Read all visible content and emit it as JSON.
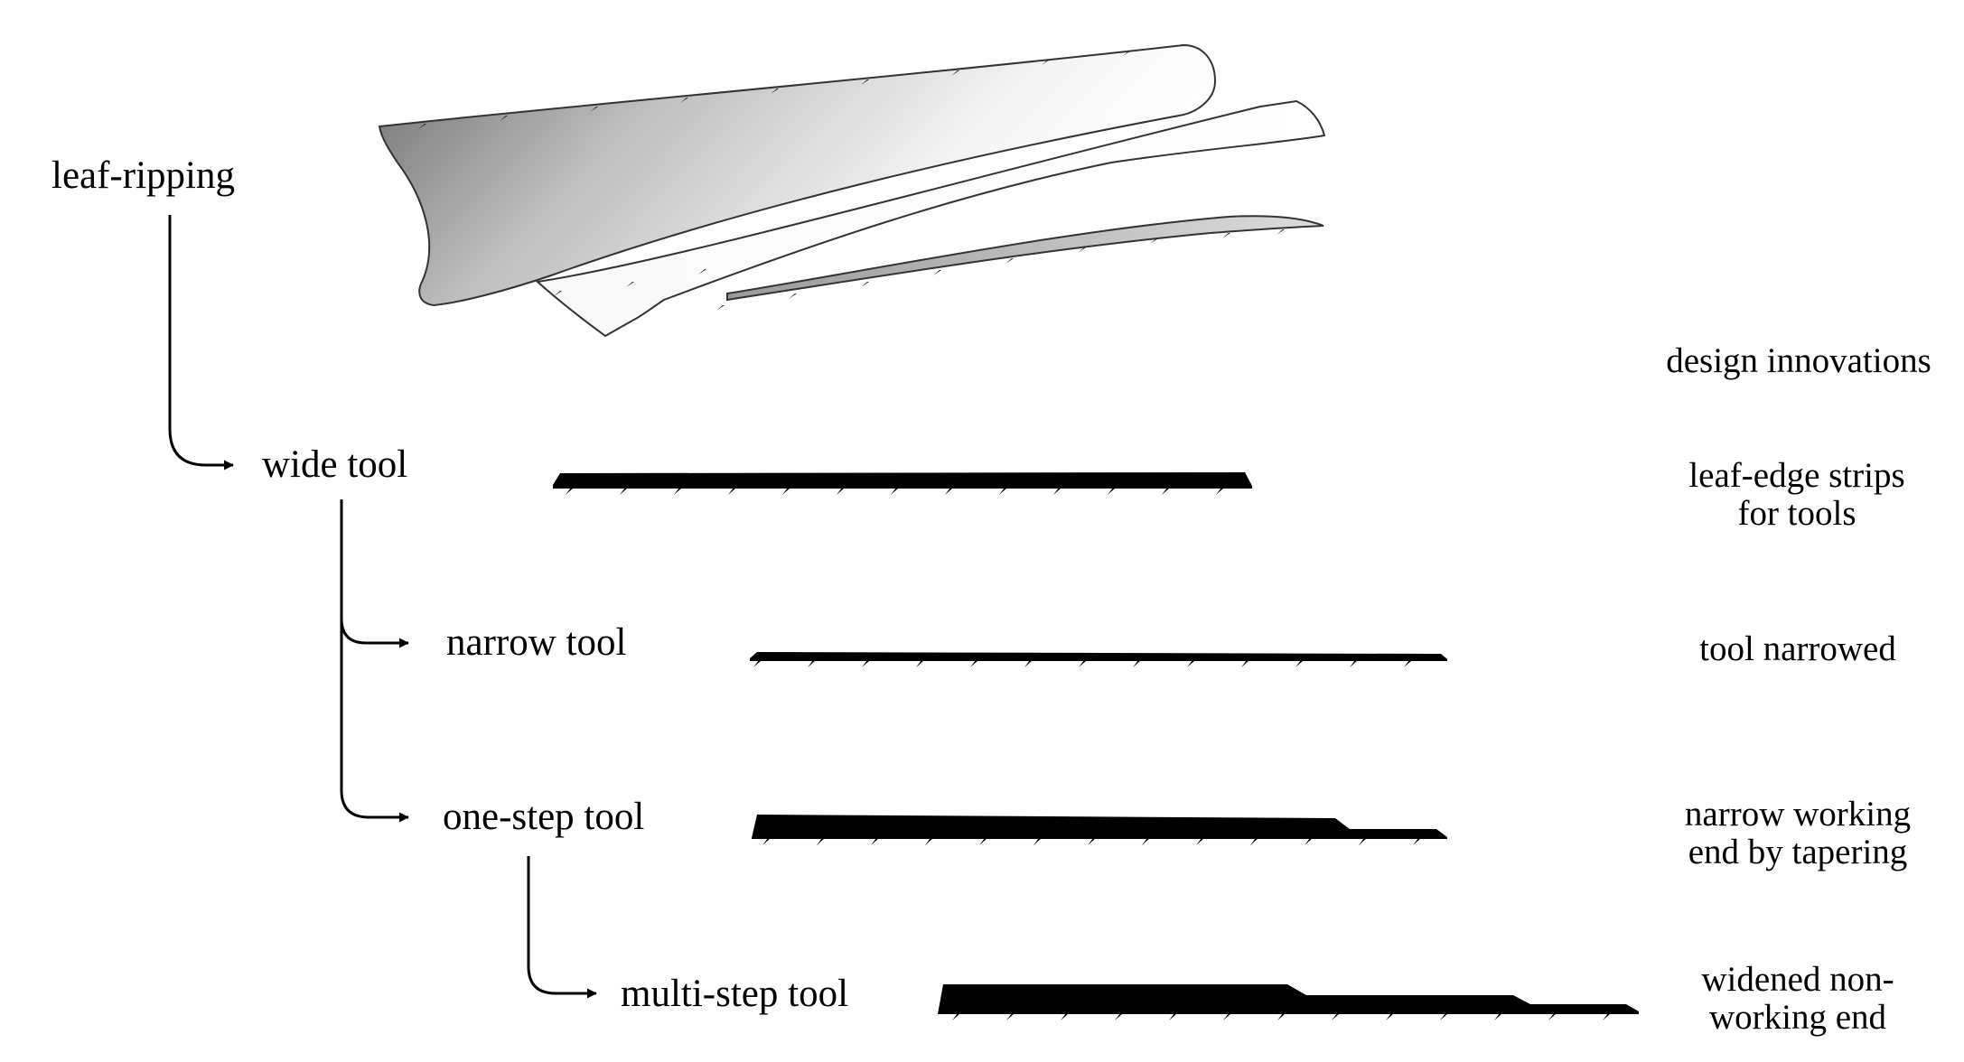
{
  "stages": [
    {
      "id": "leaf",
      "label": "leaf-ripping"
    },
    {
      "id": "wide",
      "label": "wide tool"
    },
    {
      "id": "narrow",
      "label": "narrow tool"
    },
    {
      "id": "onestep",
      "label": "one-step tool"
    },
    {
      "id": "multistep",
      "label": "multi-step tool"
    }
  ],
  "innovations": {
    "heading": "design innovations",
    "items": [
      {
        "line1": "leaf-edge strips",
        "line2": "for tools"
      },
      {
        "line1": "tool narrowed",
        "line2": ""
      },
      {
        "line1": "narrow working",
        "line2": "end by tapering"
      },
      {
        "line1": "widened non-",
        "line2": "working end"
      }
    ]
  },
  "colors": {
    "ink": "#000000",
    "leaf_light": "#ffffff",
    "leaf_dark": "#7a7a7a"
  }
}
